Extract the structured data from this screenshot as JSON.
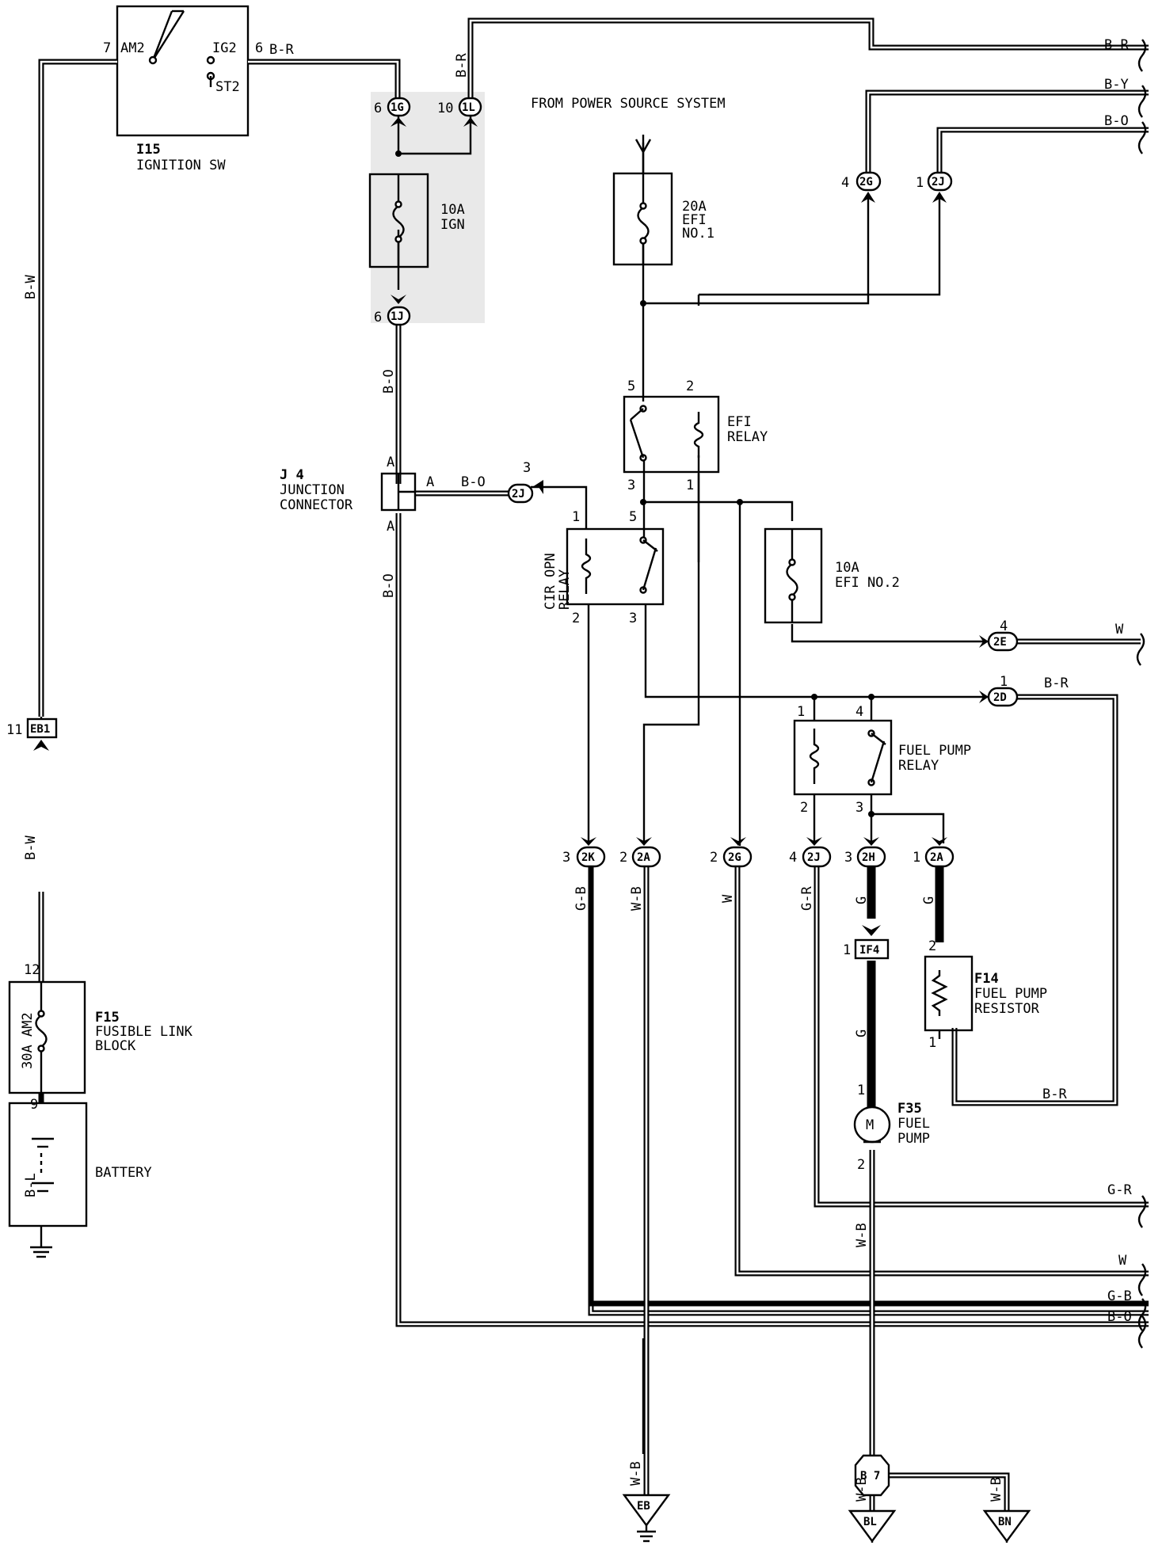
{
  "title": "FROM POWER SOURCE SYSTEM",
  "components": {
    "ignition_sw": {
      "code": "I15",
      "name": "IGNITION SW",
      "terminals": [
        "AM2",
        "IG2",
        "ST2"
      ]
    },
    "fuse_ign": {
      "rating": "10A",
      "name": "IGN"
    },
    "fuse_efi1": {
      "rating": "20A",
      "name": "EFI",
      "name2": "NO.1"
    },
    "fuse_efi2": {
      "rating": "10A",
      "name": "EFI NO.2"
    },
    "efi_relay": {
      "name": "EFI",
      "name2": "RELAY"
    },
    "cir_opn_relay": {
      "name": "CIR OPN",
      "name2": "RELAY"
    },
    "fuel_pump_relay": {
      "name": "FUEL PUMP",
      "name2": "RELAY"
    },
    "junction": {
      "code": "J 4",
      "name": "JUNCTION",
      "name2": "CONNECTOR"
    },
    "fusible_link": {
      "code": "F15",
      "name": "FUSIBLE LINK",
      "name2": "BLOCK",
      "rating": "30A AM2"
    },
    "fuel_pump_resistor": {
      "code": "F14",
      "name": "FUEL PUMP",
      "name2": "RESISTOR"
    },
    "fuel_pump": {
      "code": "F35",
      "name": "FUEL",
      "name2": "PUMP",
      "symbol": "M"
    },
    "battery": {
      "name": "BATTERY"
    },
    "ground_splice": {
      "code": "B 7"
    }
  },
  "connectors": [
    "1G",
    "1L",
    "1J",
    "2G",
    "2J",
    "2J",
    "2E",
    "2D",
    "2K",
    "2A",
    "2G",
    "2J",
    "2H",
    "2A",
    "EB1",
    "IF4"
  ],
  "wire_colors": [
    "B-R",
    "B-Y",
    "B-O",
    "B-W",
    "B-L",
    "W",
    "G-B",
    "G-R",
    "W-B",
    "G"
  ],
  "grounds": [
    "EB",
    "BL",
    "BN"
  ],
  "pins": [
    "1",
    "2",
    "3",
    "4",
    "5",
    "6",
    "7",
    "9",
    "10",
    "11",
    "12",
    "A"
  ]
}
